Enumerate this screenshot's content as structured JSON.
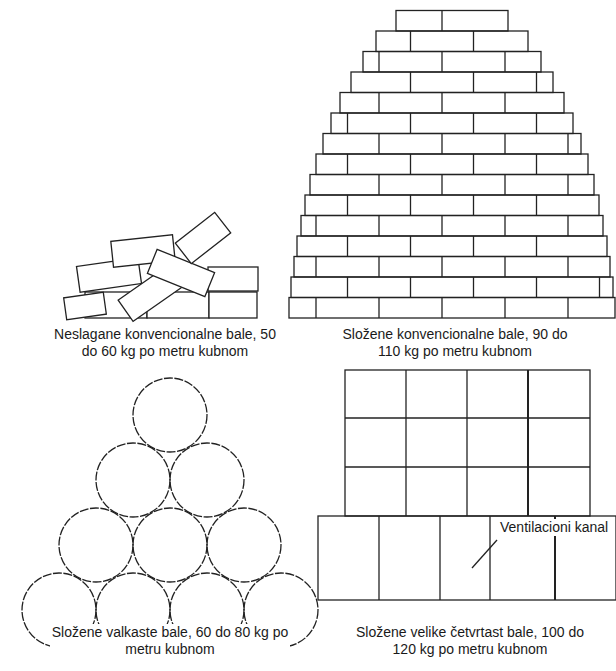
{
  "diagram": {
    "labels": [
      "Neslagane konvencionalne bale, 50 do 60 kg po metru kubnom",
      "Složene konvencionalne bale, 90 do 110 kg po metru kubnom",
      "Složene valkaste bale, 60 do 80 kg po metru kubnom",
      "Složene velike četvrtast bale, 100 do 120 kg po metru kubnom",
      "Ventilacioni kanal"
    ]
  }
}
